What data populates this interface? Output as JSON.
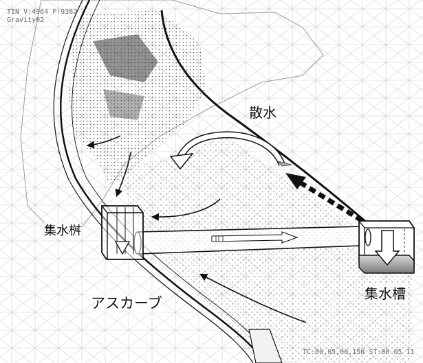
{
  "hud": {
    "line1": "TIN V:4964 F:9382",
    "line2": "Gravity02",
    "footer": "TC:00,05,00,150  ST:00 05 11"
  },
  "labels": {
    "sprinkle": "散水",
    "catch_basin": "集水桝",
    "asphalt_curb": "アスカーブ",
    "collection_tank": "集水槽"
  },
  "colors": {
    "mesh": "#c9c9c9",
    "terrain_dark": "#3a3a3a",
    "arrow": "#111111",
    "accent_gray": "#a9a9a9"
  }
}
